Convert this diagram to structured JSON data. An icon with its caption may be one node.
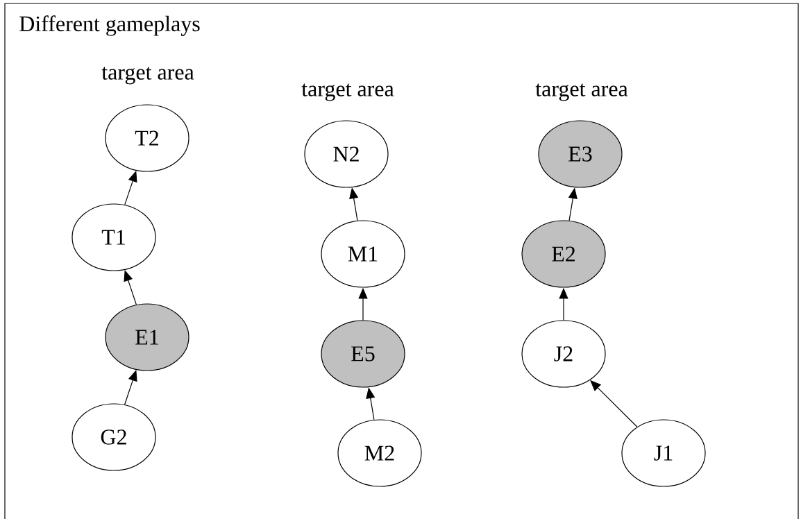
{
  "diagram": {
    "title": "Different gameplays",
    "nodes": [
      {
        "text": [
          "T2"
        ],
        "beside": [
          "target area"
        ]
      },
      {
        "text": [
          "T1"
        ]
      },
      {
        "text": [
          "E1"
        ]
      },
      {
        "text": [
          "G2"
        ]
      },
      {
        "text": [
          "N2"
        ],
        "beside": [
          "target area"
        ]
      },
      {
        "text": [
          "M1"
        ]
      },
      {
        "text": [
          "E5"
        ]
      },
      {
        "text": [
          "M2"
        ]
      },
      {
        "text": [
          "E3"
        ],
        "beside": [
          "target area"
        ]
      },
      {
        "text": [
          "E2"
        ]
      },
      {
        "text": [
          "J2"
        ]
      },
      {
        "text": [
          "J1"
        ]
      }
    ],
    "edges": [
      {
        "from": 1,
        "to": 0,
        "arrow": "to"
      },
      {
        "from": 2,
        "to": 1,
        "arrow": "to"
      },
      {
        "from": 3,
        "to": 2,
        "arrow": "to"
      },
      {
        "from": 5,
        "to": 4,
        "arrow": "to"
      },
      {
        "from": 6,
        "to": 5,
        "arrow": "to"
      },
      {
        "from": 7,
        "to": 6,
        "arrow": "to"
      },
      {
        "from": 9,
        "to": 8,
        "arrow": "to"
      },
      {
        "from": 10,
        "to": 9,
        "arrow": "to"
      },
      {
        "from": 11,
        "to": 10,
        "arrow": "to"
      }
    ]
  }
}
